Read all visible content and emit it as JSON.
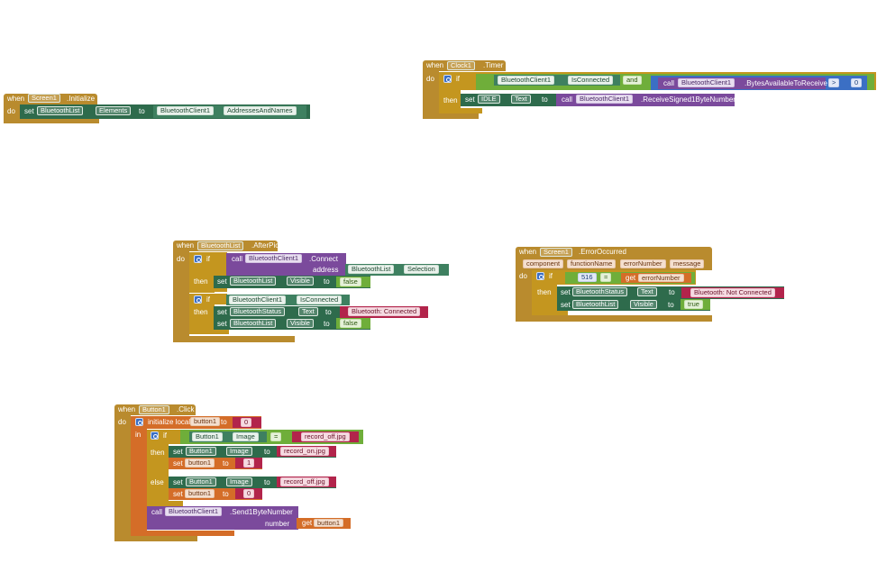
{
  "labels": {
    "when": "when",
    "do": "do",
    "set": "set",
    "to": "to",
    "call": "call",
    "if": "if",
    "then": "then",
    "else": "else",
    "in": "in",
    "and": "and",
    "get": "get",
    "address": "address",
    "number": "number",
    "initialize_local": "initialize local"
  },
  "blocks": {
    "screen_init": {
      "component": "Screen1",
      "event": ".Initialize",
      "target": "BluetoothList",
      "property": "Elements",
      "source": "BluetoothClient1",
      "source_property": "AddressesAndNames"
    },
    "clock_timer": {
      "component": "Clock1",
      "event": ".Timer",
      "cond_component": "BluetoothClient1",
      "cond_property": "IsConnected",
      "and_op": "and",
      "bytes_component": "BluetoothClient1",
      "bytes_method": ".BytesAvailableToReceive",
      "compare_op": ">",
      "compare_value": "0",
      "set_target": "IDLE",
      "set_property": "Text",
      "receive_component": "BluetoothClient1",
      "receive_method": ".ReceiveSigned1ByteNumber"
    },
    "after_picking": {
      "component": "BluetoothList",
      "event": ".AfterPicking",
      "connect_component": "BluetoothClient1",
      "connect_method": ".Connect",
      "selection_component": "BluetoothList",
      "selection_property": "Selection",
      "vis_target": "BluetoothList",
      "vis_property": "Visible",
      "false_value": "false",
      "isconn_component": "BluetoothClient1",
      "isconn_property": "IsConnected",
      "status_target": "BluetoothStatus",
      "status_property": "Text",
      "status_text": "Bluetooth: Connected",
      "vis2_target": "BluetoothList",
      "vis2_property": "Visible",
      "false2_value": "false"
    },
    "error_occurred": {
      "component": "Screen1",
      "event": ".ErrorOccurred",
      "params": [
        "component",
        "functionName",
        "errorNumber",
        "message"
      ],
      "number_value": "516",
      "eq_op": "=",
      "get_var": "errorNumber",
      "status_target": "BluetoothStatus",
      "status_property": "Text",
      "status_text": "Bluetooth: Not Connected",
      "vis_target": "BluetoothList",
      "vis_property": "Visible",
      "true_value": "true"
    },
    "button_click": {
      "component": "Button1",
      "event": ".Click",
      "local_var": "button1",
      "init_value": "0",
      "img_component": "Button1",
      "img_property": "Image",
      "eq_op": "=",
      "img_off": "record_off.jpg",
      "then_img_component": "Button1",
      "then_img_property": "Image",
      "img_on": "record_on.jpg",
      "then_var": "button1",
      "then_value": "1",
      "else_img_component": "Button1",
      "else_img_property": "Image",
      "else_img_off": "record_off.jpg",
      "else_var": "button1",
      "else_value": "0",
      "send_component": "BluetoothClient1",
      "send_method": ".Send1ByteNumber",
      "get_var": "button1"
    }
  }
}
